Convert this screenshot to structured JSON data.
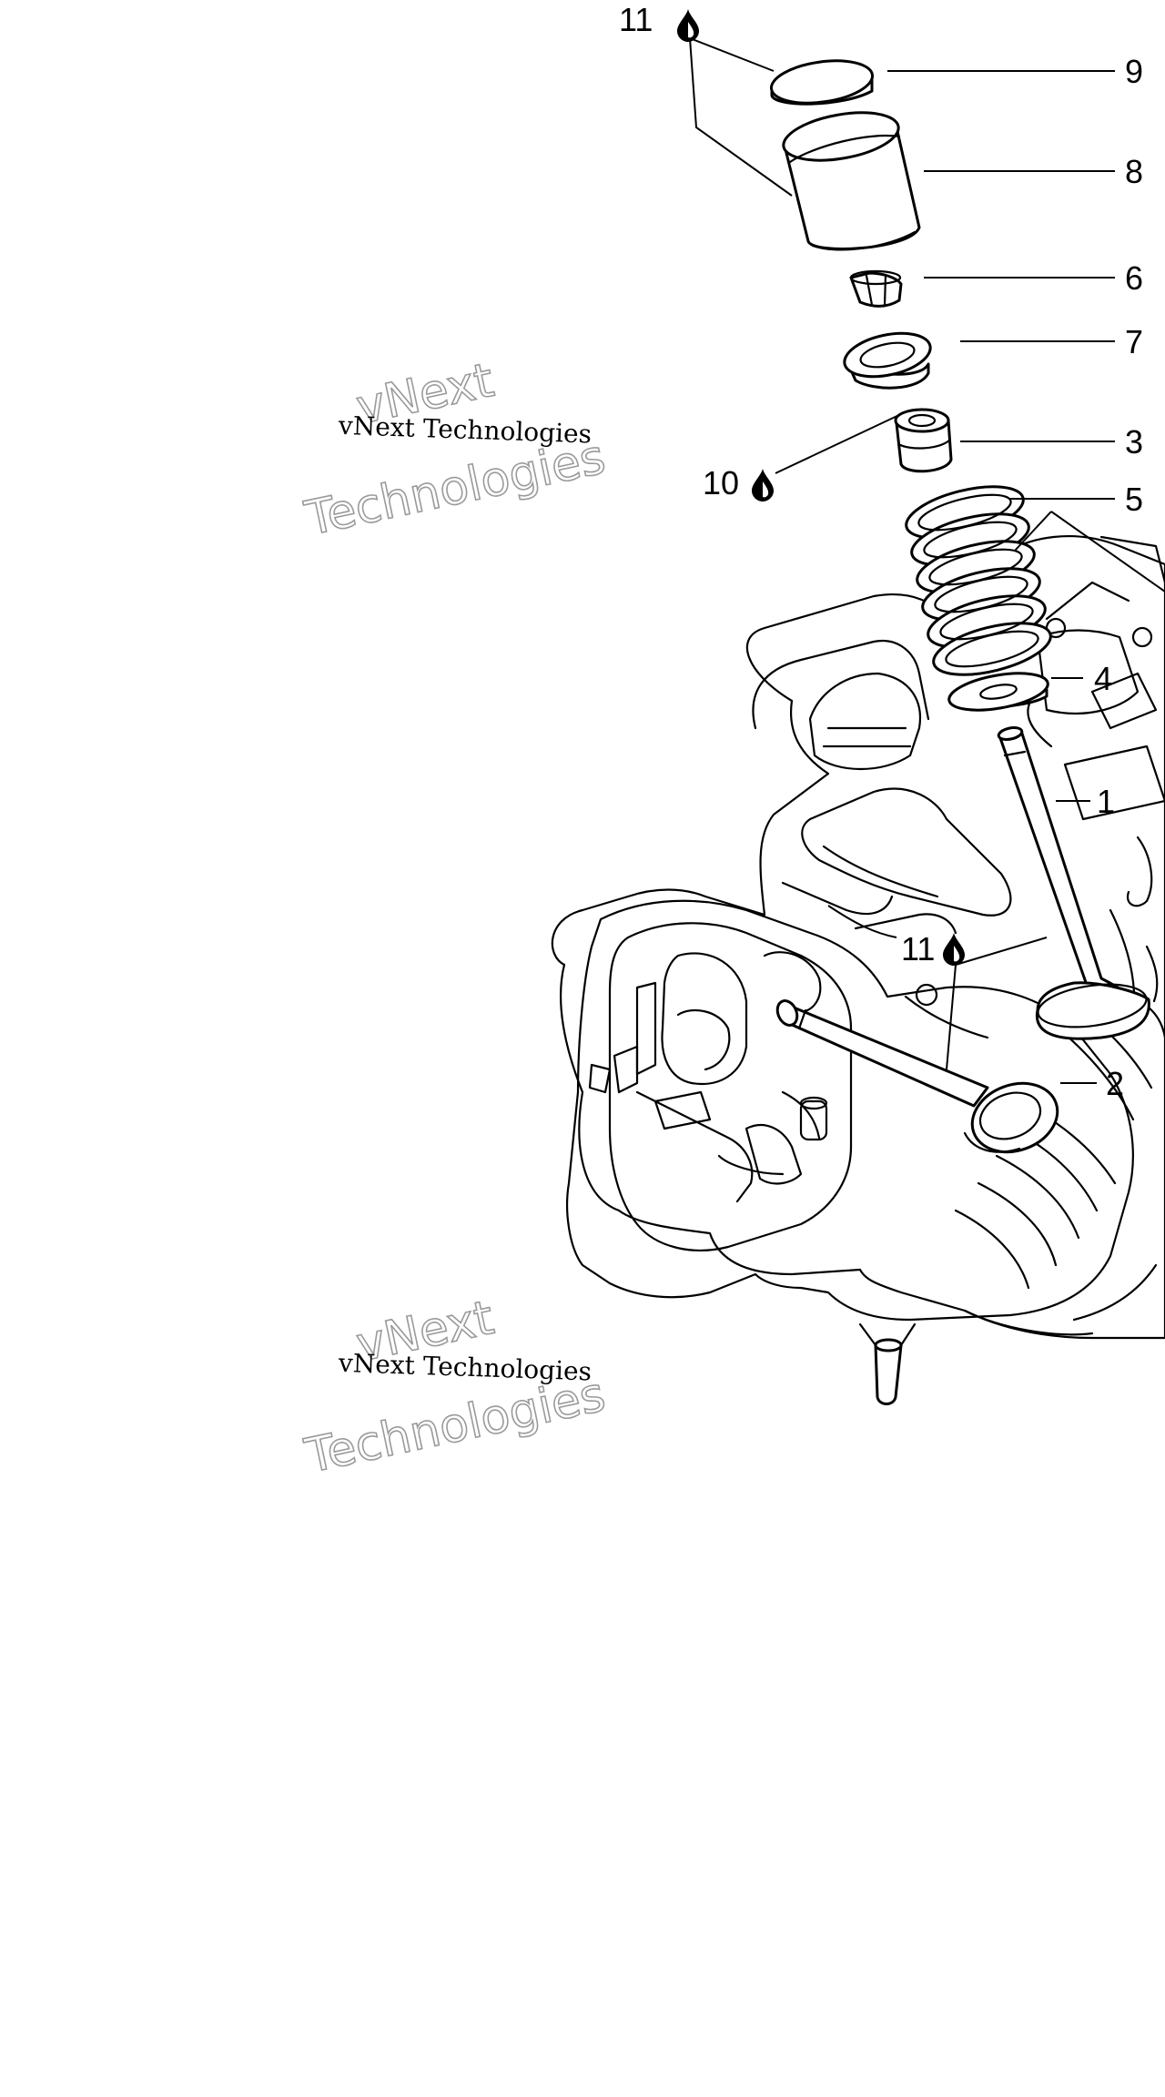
{
  "callouts": {
    "c1": "1",
    "c2": "2",
    "c3": "3",
    "c4": "4",
    "c5": "5",
    "c6": "6",
    "c7": "7",
    "c8": "8",
    "c9": "9",
    "c10": "10",
    "c11_top": "11",
    "c11_mid": "11"
  },
  "watermark": {
    "line1": "vNext",
    "line2": "vNext Technologies",
    "line3": "Technologies"
  },
  "icons": {
    "oil_drop": "oil-drop-icon"
  }
}
